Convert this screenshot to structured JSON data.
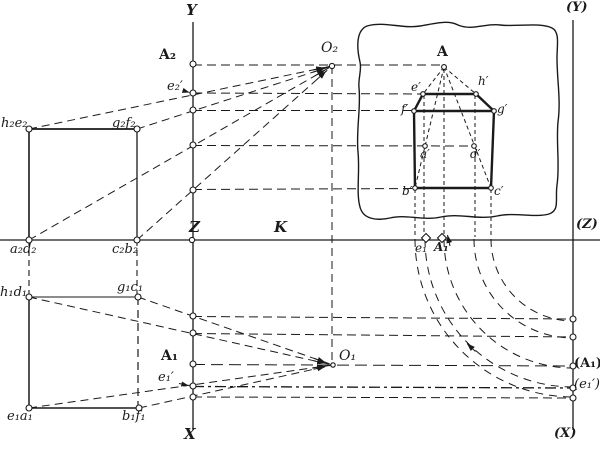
{
  "figure": {
    "description": "Descriptive geometry construction of a perspective of a cube from plan and elevation views",
    "colors": {
      "ink": "#1a1a1a",
      "background": "#ffffff"
    }
  },
  "labels": {
    "y_axis_top": "Y",
    "x_axis_bottom": "X",
    "z_origin": "Z",
    "k_axis": "K",
    "y_axis_right": "(Y)",
    "z_axis_right": "(Z)",
    "x_axis_right": "(X)",
    "A2": "A₂",
    "e2_prime": "e₂′",
    "A1_left": "A₁",
    "e1_prime_left": "e₁′",
    "O2": "O₂",
    "O1": "O₁",
    "h2e2": "h₂e₂",
    "g2f2": "g₂f₂",
    "a2d2": "a₂d₂",
    "c2b2": "c₂b₂",
    "h1d1": "h₁d₁",
    "g1c1": "g₁c₁",
    "e1a1": "e₁a₁",
    "b1f1": "b₁f₁",
    "A_picture": "A",
    "e_prime": "e′",
    "h_prime": "h′",
    "f_prime": "f′",
    "g_prime": "g′",
    "a_prime": "a′",
    "d_prime": "d′",
    "b_prime": "b′",
    "c_prime": "c′",
    "e1_ground": "e₁",
    "A1_ground": "A₁",
    "A1_rotated": "(A₁)",
    "e1_prime_rotated": "(e₁′)"
  }
}
